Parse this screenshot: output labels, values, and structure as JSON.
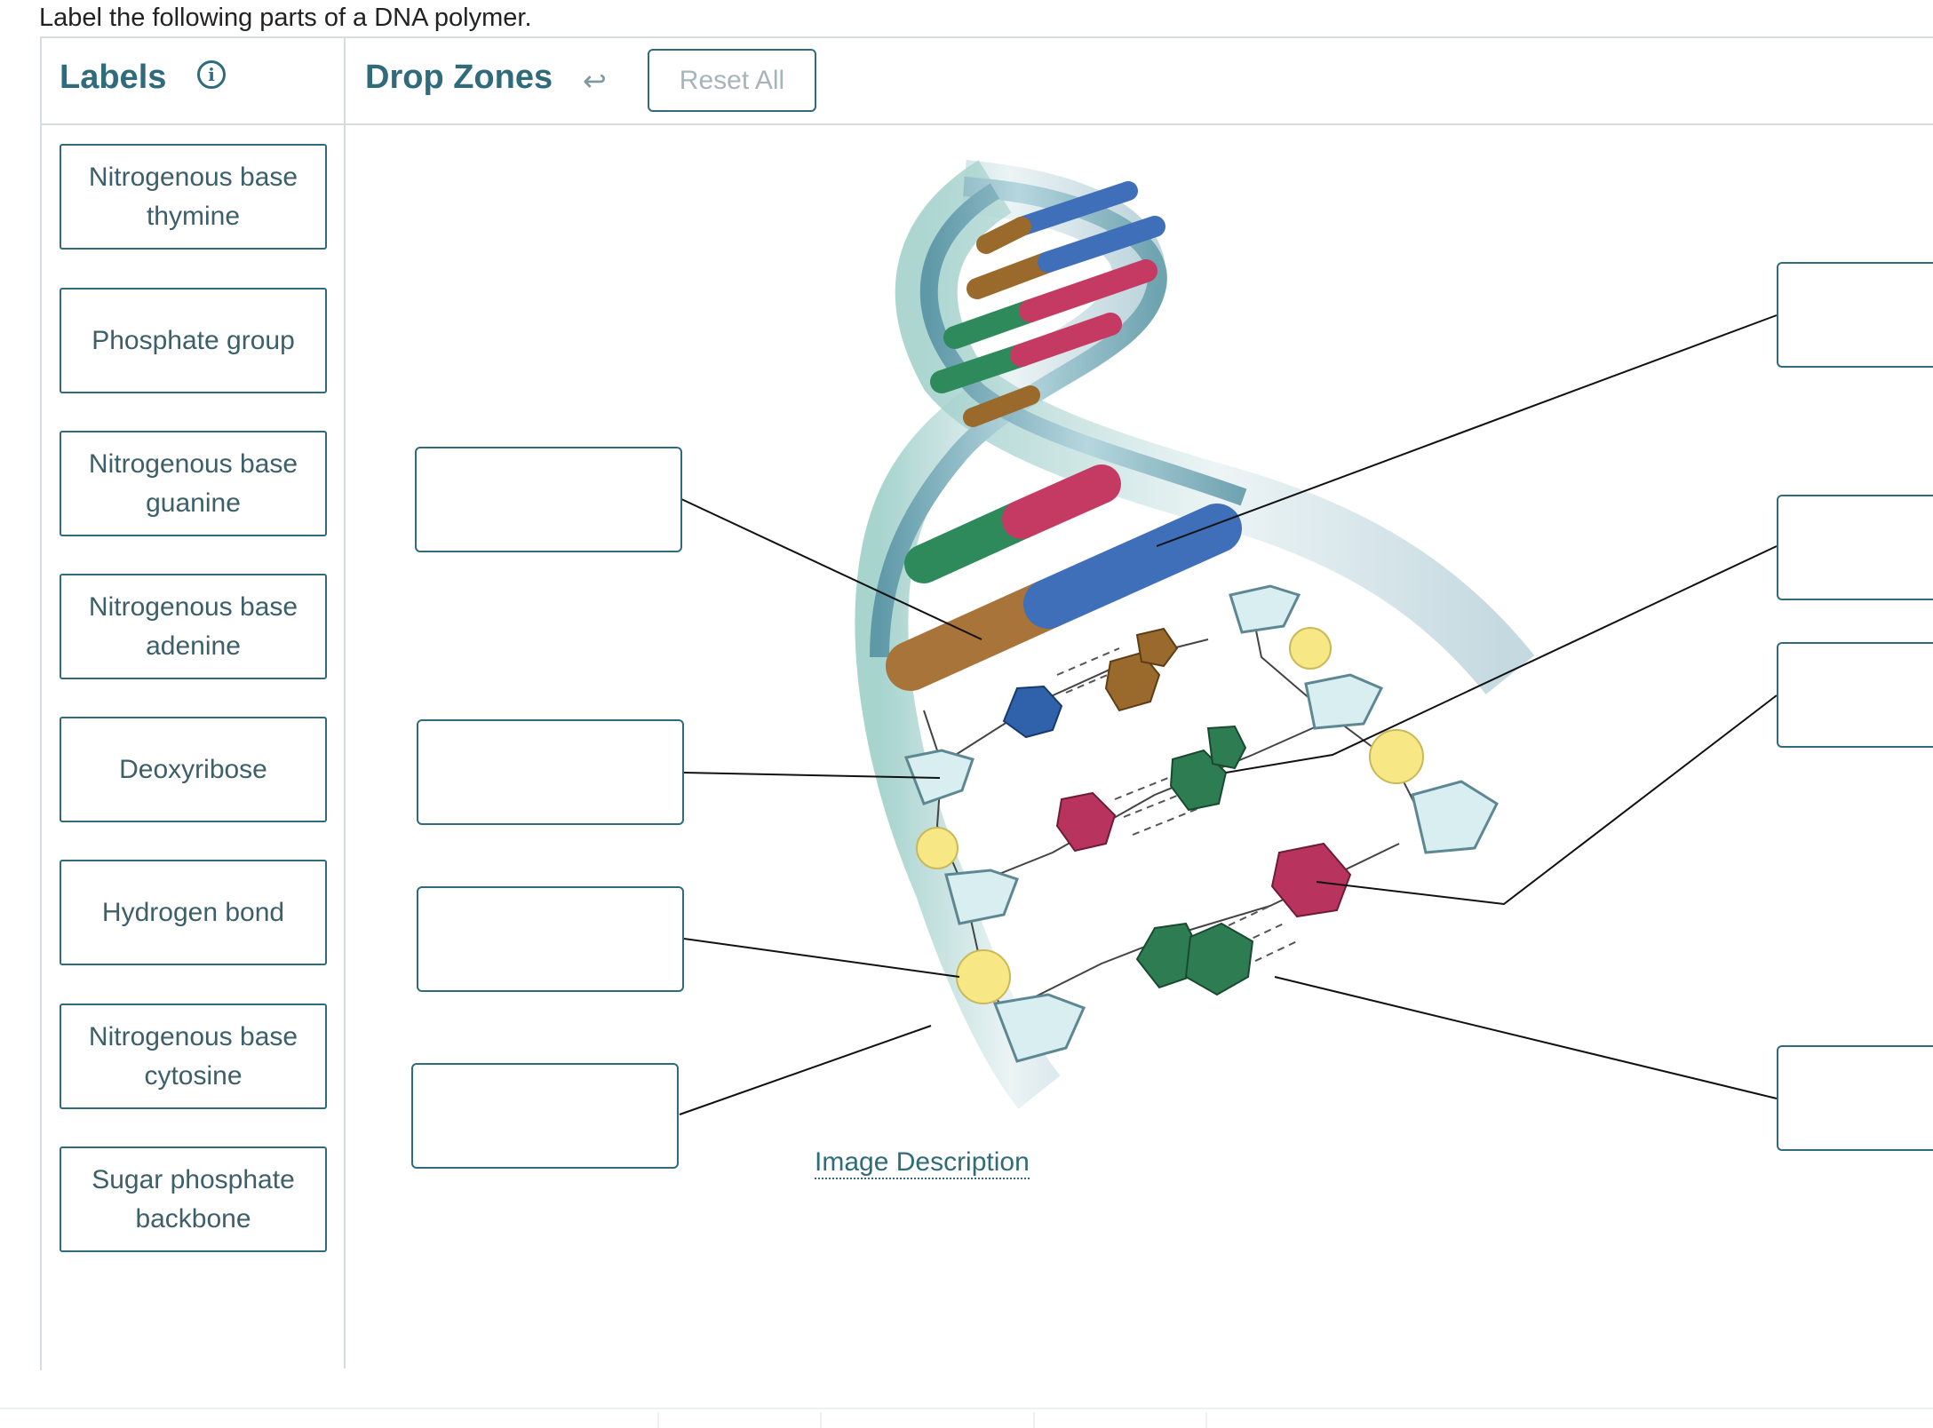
{
  "question": "Label the following parts of a DNA polymer.",
  "header": {
    "labels_title": "Labels",
    "info_icon": "info-icon",
    "drop_title": "Drop Zones",
    "undo_icon": "undo-icon",
    "reset_label": "Reset All"
  },
  "labels": [
    "Nitrogenous base thymine",
    "Phosphate group",
    "Nitrogenous base guanine",
    "Nitrogenous base adenine",
    "Deoxyribose",
    "Hydrogen bond",
    "Nitrogenous base cytosine",
    "Sugar phosphate backbone"
  ],
  "image_description_link": "Image Description",
  "colors": {
    "accent": "#2f6b7a",
    "thymine_blue": "#2f5fa8",
    "adenine_brown": "#9a6a2c",
    "guanine_green": "#2e7d52",
    "cytosine_red": "#b8345e",
    "phosphate_yellow": "#f5e27a",
    "backbone_teal": "#8fb9c4"
  }
}
